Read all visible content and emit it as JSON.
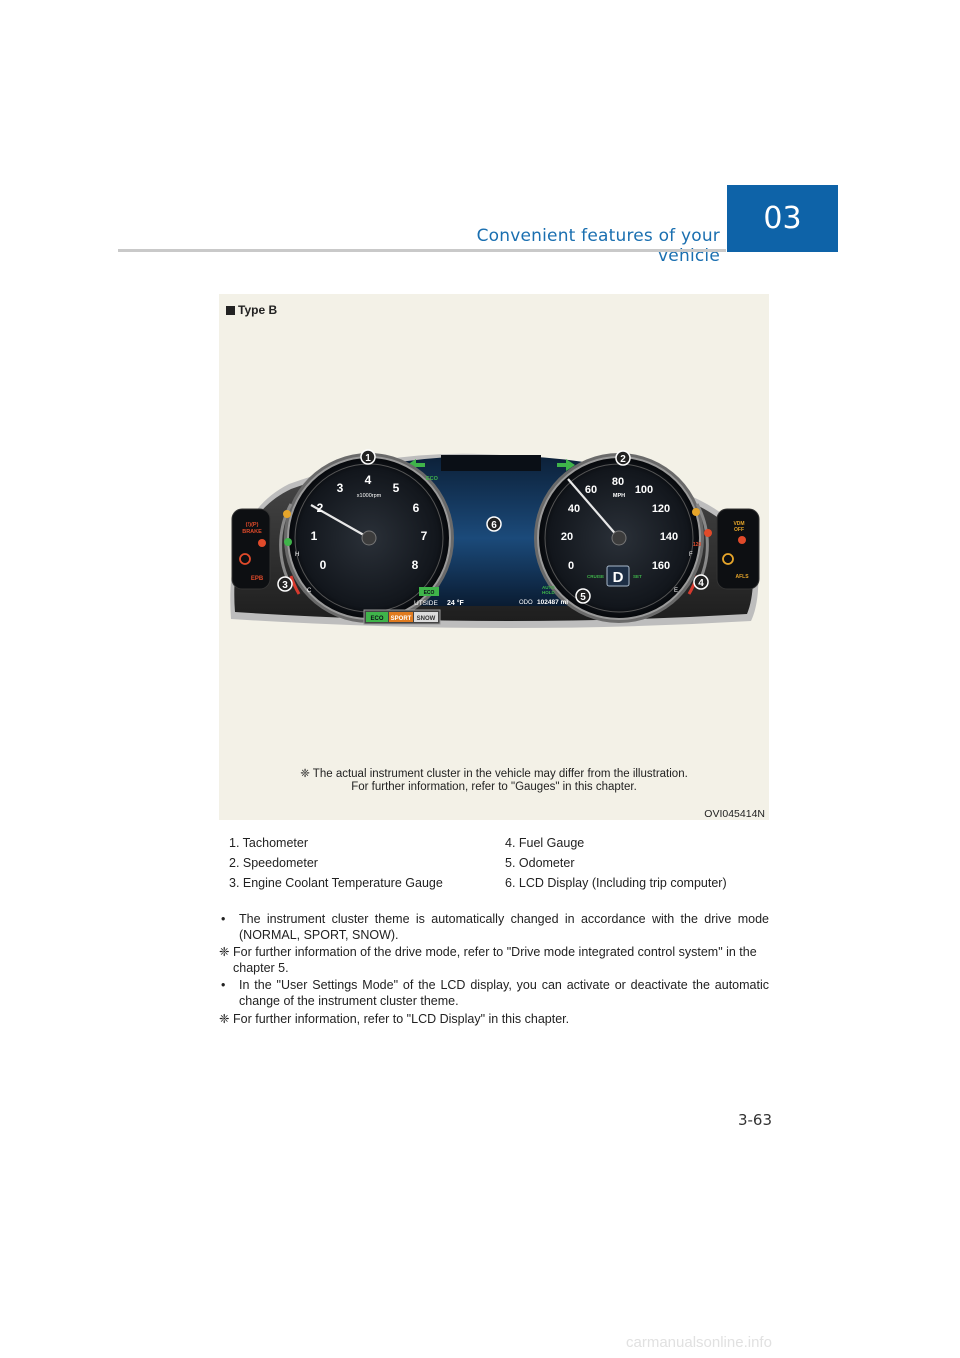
{
  "header": {
    "section_title": "Convenient features of your vehicle",
    "chapter": "03"
  },
  "figure": {
    "type_label": "Type B",
    "cluster": {
      "tach_numbers": [
        "0",
        "1",
        "2",
        "3",
        "4",
        "5",
        "6",
        "7",
        "8"
      ],
      "tach_unit": "x1000rpm",
      "speed_numbers": [
        "0",
        "20",
        "40",
        "60",
        "80",
        "100",
        "120",
        "140",
        "160"
      ],
      "speed_unit": "MPH",
      "gear": "D",
      "temp_h": "H",
      "temp_c": "C",
      "fuel_f": "F",
      "fuel_e": "E",
      "eco_top": "ECO",
      "eco_badge": "ECO",
      "lcd_outside": "UTSIDE",
      "lcd_temp": "24 °F",
      "lcd_odo_label": "ODO",
      "lcd_odo_value": "102487 mi",
      "lcd_auto": "AUTO",
      "lcd_hold": "HOLD",
      "lcd_cruise": "CRUISE",
      "lcd_set": "SET",
      "left_lamp_brake_line1": "(!)(P)",
      "left_lamp_brake_line2": "BRAKE",
      "left_lamp_epb": "EPB",
      "right_lamp_vdm1": "VDM",
      "right_lamp_vdm2": "OFF",
      "right_lamp_afls": "AFLS",
      "right_lamp_120": "120",
      "mode_eco": "ECO",
      "mode_sport": "SPORT",
      "mode_snow": "SNOW",
      "callouts": [
        "1",
        "2",
        "3",
        "4",
        "5",
        "6"
      ]
    },
    "note_line1": "❈ The actual instrument cluster in the vehicle may differ from the illustration.",
    "note_line2": "For further information, refer to \"Gauges\" in this chapter.",
    "figure_code": "OVI045414N"
  },
  "legend": [
    "1. Tachometer",
    "2. Speedometer",
    "3. Engine Coolant Temperature Gauge",
    "4. Fuel Gauge",
    "5. Odometer",
    "6. LCD Display (Including trip computer)"
  ],
  "body": {
    "p1_mark": "•",
    "p1": "The instrument cluster theme is automatically changed in accordance with the drive mode (NORMAL, SPORT, SNOW).",
    "p2_mark": "❈",
    "p2": "For further information of the drive mode, refer to \"Drive mode integrated control system\" in the chapter 5.",
    "p3_mark": "•",
    "p3": "In the \"User Settings Mode\" of the LCD display, you can activate or deactivate the automatic change of the instrument cluster theme.",
    "p4_mark": "❈",
    "p4": "For further information, refer to \"LCD Display\" in this chapter."
  },
  "page_number": "3-63",
  "watermark": "carmanualsonline.info"
}
